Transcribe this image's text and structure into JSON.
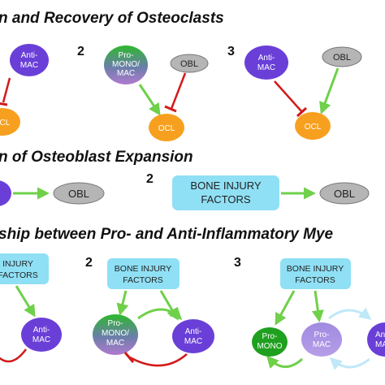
{
  "sections": [
    {
      "heading": "n and Recovery of Osteoclasts"
    },
    {
      "heading": "n of Osteoblast Expansion"
    },
    {
      "heading": "ship between Pro- and Anti-Inflammatory Mye"
    }
  ],
  "panel_numbers": {
    "s1_p2": "2",
    "s1_p3": "3",
    "s2_p2": "2",
    "s3_p2": "2",
    "s3_p3": "3"
  },
  "nodes": {
    "anti_mac_1": [
      "Anti-",
      "MAC"
    ],
    "ocl_1": "OCL",
    "pro_mono_mac_2": [
      "Pro-",
      "MONO/",
      "MAC"
    ],
    "obl_2": "OBL",
    "ocl_2": "OCL",
    "anti_mac_3": [
      "Anti-",
      "MAC"
    ],
    "obl_3": "OBL",
    "ocl_3": "OCL",
    "obl_s2_1": "OBL",
    "bone_injury_s2": [
      "BONE INJURY",
      "FACTORS"
    ],
    "obl_s2_2": "OBL",
    "bone_injury_s3_1": [
      "INJURY",
      "FACTORS"
    ],
    "anti_mac_s3_1": [
      "Anti-",
      "MAC"
    ],
    "bone_injury_s3_2": [
      "BONE INJURY",
      "FACTORS"
    ],
    "pro_mono_mac_s3_2": [
      "Pro-",
      "MONO/",
      "MAC"
    ],
    "anti_mac_s3_2": [
      "Anti-",
      "MAC"
    ],
    "bone_injury_s3_3": [
      "BONE INJURY",
      "FACTORS"
    ],
    "pro_mono_s3_3": [
      "Pro-",
      "MONO"
    ],
    "pro_mac_s3_3": [
      "Pro-",
      "MAC"
    ],
    "anti_mac_s3_3": [
      "Ant",
      "MA"
    ]
  },
  "colors": {
    "anti_mac": "#6a3fd8",
    "ocl": "#f7a020",
    "obl": "#b5b5b5",
    "pro_mono": "#1fa01f",
    "box": "#8fe0f5",
    "arrow_green": "#6fd04a",
    "inhibit_red": "#d21a1a",
    "cycle_blue": "#bfe8f8"
  }
}
